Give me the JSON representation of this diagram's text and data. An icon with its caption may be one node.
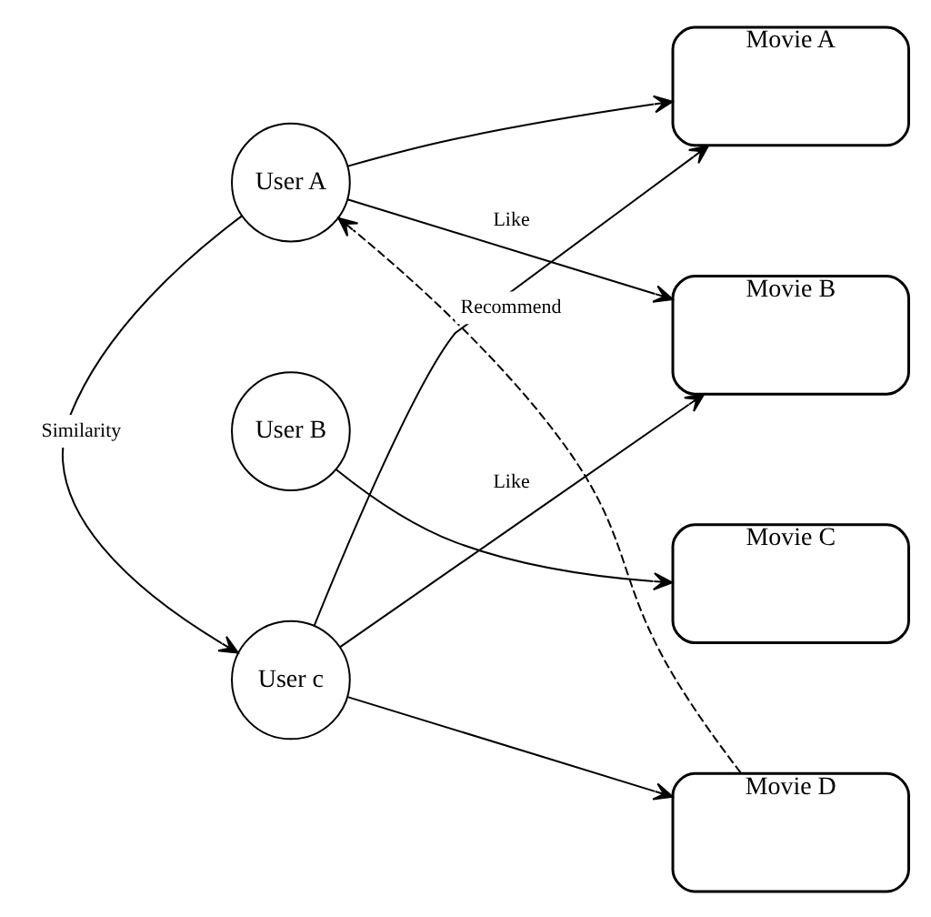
{
  "diagram": {
    "nodes": [
      {
        "text": [
          "User A"
        ]
      },
      {
        "text": [
          "User B"
        ]
      },
      {
        "text": [
          "User c"
        ]
      },
      {
        "text": [
          "Movie A"
        ]
      },
      {
        "text": [
          "Movie B"
        ]
      },
      {
        "text": [
          "Movie C"
        ]
      },
      {
        "text": [
          "Movie D"
        ]
      }
    ],
    "edges": [
      {
        "from": 0,
        "to": 2,
        "arrow": "to",
        "label": "Similarity"
      },
      {
        "from": 0,
        "to": 3,
        "arrow": "to"
      },
      {
        "from": 0,
        "to": 4,
        "arrow": "to",
        "label": "Like"
      },
      {
        "from": 1,
        "to": 5,
        "arrow": "to"
      },
      {
        "from": 2,
        "to": 3,
        "arrow": "to"
      },
      {
        "from": 2,
        "to": 4,
        "arrow": "to",
        "label": "Like"
      },
      {
        "from": 2,
        "to": 6,
        "arrow": "to"
      },
      {
        "from": 6,
        "to": 0,
        "arrow": "to",
        "label": "Recommend",
        "style": "dashed"
      }
    ]
  }
}
